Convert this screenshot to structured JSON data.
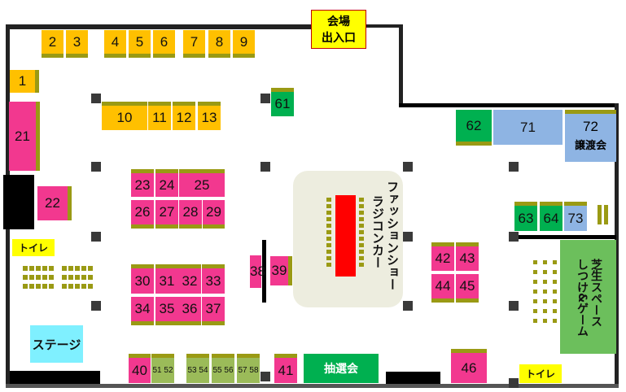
{
  "entrance": {
    "line1": "会場",
    "line2": "出入口"
  },
  "booths": {
    "b1": "1",
    "b2": "2",
    "b3": "3",
    "b4": "4",
    "b5": "5",
    "b6": "6",
    "b7": "7",
    "b8": "8",
    "b9": "9",
    "b10": "10",
    "b11": "11",
    "b12": "12",
    "b13": "13",
    "b21": "21",
    "b22": "22",
    "b23": "23",
    "b24": "24",
    "b25": "25",
    "b26": "26",
    "b27": "27",
    "b28": "28",
    "b29": "29",
    "b30": "30",
    "b31": "31",
    "b32": "32",
    "b33": "33",
    "b34": "34",
    "b35": "35",
    "b36": "36",
    "b37": "37",
    "b38": "38",
    "b39": "39",
    "b40": "40",
    "b41": "41",
    "b42": "42",
    "b43": "43",
    "b44": "44",
    "b45": "45",
    "b46": "46",
    "b5152": "51 52",
    "b5354": "53 54",
    "b5556": "55 56",
    "b5758": "57 58",
    "b61": "61",
    "b62": "62",
    "b63": "63",
    "b64": "64",
    "b71": "71",
    "b72": "72",
    "b73": "73"
  },
  "areas": {
    "toilet_left": "トイレ",
    "toilet_right": "トイレ",
    "stage": "ステージ",
    "lottery": "抽選会",
    "transfer": "譲渡会",
    "fashion_show": "ファッションショー",
    "rc_car": "ラジコンカー",
    "lawn_line1": "芝生スペース",
    "lawn_line2": "しつけ&ゲーム"
  },
  "colors": {
    "yellow": "#ffc000",
    "pink": "#f2388f",
    "green": "#00b050",
    "blue": "#8eb4e3",
    "light_green": "#9bbb59",
    "olive": "#9a9a14"
  }
}
